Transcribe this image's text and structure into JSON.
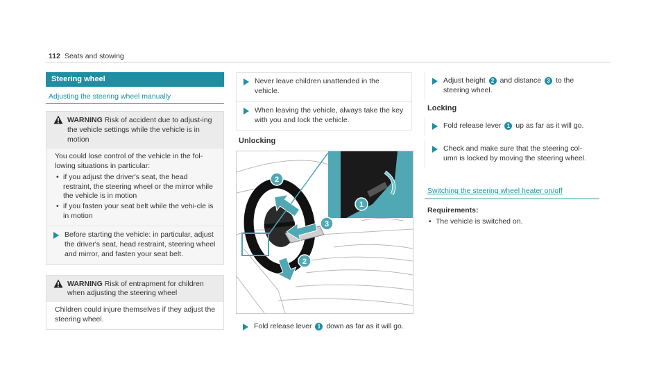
{
  "header": {
    "page_number": "112",
    "title": "Seats and stowing"
  },
  "section": {
    "title": "Steering wheel"
  },
  "adjusting": {
    "title": "Adjusting the steering wheel manually",
    "warning1": {
      "word": "WARNING",
      "text": "Risk of accident due to adjust-ing the vehicle settings while the vehicle is in motion",
      "body": "You could lose control of the vehicle in the fol-lowing situations in particular:",
      "bullets": [
        "if you adjust the driver's seat, the head restraint, the steering wheel or the mirror while the vehicle is in motion",
        "if you fasten your seat belt while the vehi-cle is in motion"
      ],
      "action": "Before starting the vehicle: in particular, adjust the driver's seat, head restraint, steering wheel and mirror, and fasten your seat belt."
    },
    "warning2": {
      "word": "WARNING",
      "text": "Risk of entrapment for children when adjusting the steering wheel",
      "body": "Children could injure themselves if they adjust the steering wheel."
    },
    "steps_top": [
      "Never leave children unattended in the vehicle.",
      "When leaving the vehicle, always take the key with you and lock the vehicle."
    ]
  },
  "unlocking": {
    "title": "Unlocking",
    "figure_callouts": [
      "1",
      "2",
      "3",
      "2"
    ],
    "step": {
      "pre": "Fold release lever",
      "badge": "1",
      "post": "down as far as it will go."
    },
    "step2": {
      "pre": "Adjust height",
      "badge1": "2",
      "mid": "and distance",
      "badge2": "3",
      "post": "to the steering wheel."
    }
  },
  "locking": {
    "title": "Locking",
    "step1": {
      "pre": "Fold release lever",
      "badge": "1",
      "post": "up as far as it will go."
    },
    "step2": "Check and make sure that the steering col-umn is locked by moving the steering wheel."
  },
  "heater": {
    "title": "Switching the steering wheel heater on/off",
    "requirements_title": "Requirements:",
    "requirements": [
      "The vehicle is switched on."
    ]
  },
  "colors": {
    "accent": "#1f8ea3",
    "inset": "#4fa8b3"
  },
  "icons": {
    "warning": "warning-triangle-icon",
    "step": "arrow-right-icon"
  }
}
